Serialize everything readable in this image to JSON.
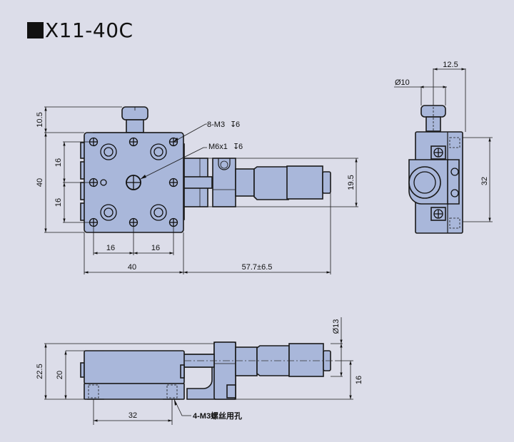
{
  "title": "X11-40C",
  "top_view": {
    "callouts": {
      "mount_holes": "8-M3",
      "mount_holes_depth": "6",
      "center_hole": "M6x1",
      "center_hole_depth": "6"
    },
    "dimensions": {
      "knob_height": "10.5",
      "overall_height": "40",
      "hole_pitch_v1": "16",
      "hole_pitch_v2": "16",
      "hole_pitch_h1": "16",
      "hole_pitch_h2": "16",
      "overall_width": "40",
      "micrometer_travel": "57.7±6.5",
      "micrometer_body": "19.5"
    }
  },
  "side_view": {
    "dimensions": {
      "knob_diameter": "Ø10",
      "knob_offset": "12.5",
      "hole_pitch": "32"
    }
  },
  "front_view": {
    "callouts": {
      "bottom_holes": "4-M3螺丝用孔"
    },
    "dimensions": {
      "overall_height": "22.5",
      "body_height": "20",
      "hole_pitch": "32",
      "spindle_diameter": "Ø13",
      "axis_height": "16"
    }
  },
  "colors": {
    "background": "#dcdde9",
    "part_fill": "#a9b7da",
    "line": "#1a1a1a"
  }
}
